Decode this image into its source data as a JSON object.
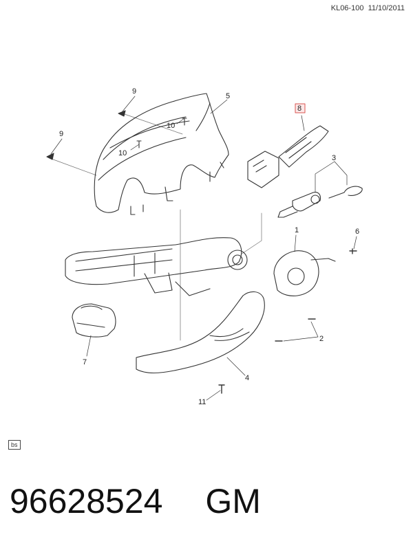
{
  "header": {
    "code": "KL06-100",
    "date": "11/10/2011"
  },
  "callouts": [
    {
      "id": "c9a",
      "label": "9"
    },
    {
      "id": "c9b",
      "label": "9"
    },
    {
      "id": "c5",
      "label": "5"
    },
    {
      "id": "c10a",
      "label": "10"
    },
    {
      "id": "c10b",
      "label": "10"
    },
    {
      "id": "c8",
      "label": "8",
      "highlighted": true
    },
    {
      "id": "c3",
      "label": "3"
    },
    {
      "id": "c1",
      "label": "1"
    },
    {
      "id": "c6",
      "label": "6"
    },
    {
      "id": "c2",
      "label": "2"
    },
    {
      "id": "c7",
      "label": "7"
    },
    {
      "id": "c4",
      "label": "4"
    },
    {
      "id": "c11",
      "label": "11"
    }
  ],
  "highlight_color": "#d9534f",
  "footer": {
    "tag": "bs",
    "part_number": "96628524",
    "brand": "GM"
  }
}
